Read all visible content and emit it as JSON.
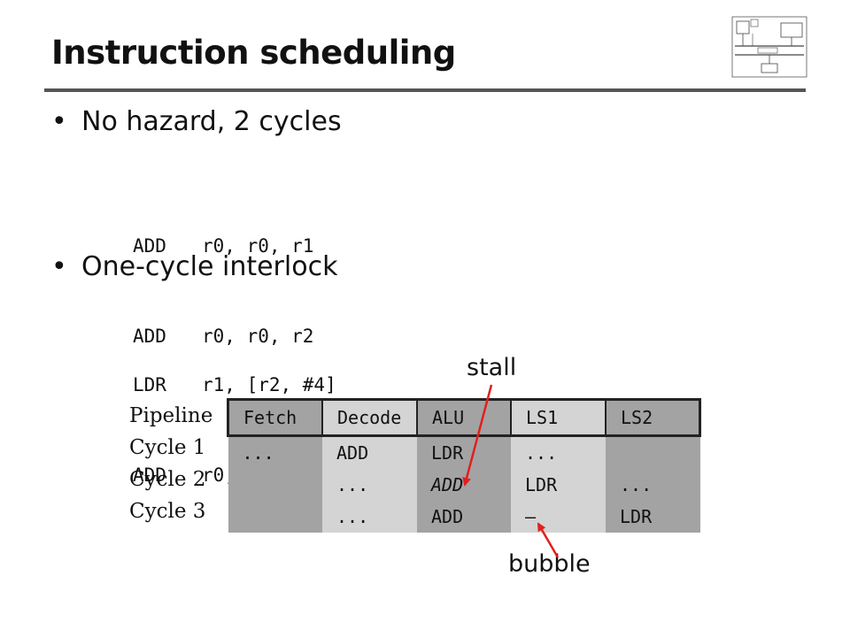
{
  "slide": {
    "title": "Instruction scheduling",
    "bullets": [
      {
        "text": "No hazard, 2 cycles",
        "code": [
          {
            "op": "ADD",
            "args": "r0, r0, r1"
          },
          {
            "op": "ADD",
            "args": "r0, r0, r2"
          }
        ]
      },
      {
        "text": "One-cycle interlock",
        "code": [
          {
            "op": "LDR",
            "args": "r1, [r2, #4]"
          },
          {
            "op": "ADD",
            "args": "r0, r0, r1"
          }
        ]
      }
    ],
    "bullet_glyph": "•"
  },
  "pipeline": {
    "row_labels": [
      "Pipeline",
      "Cycle 1",
      "Cycle 2",
      "Cycle 3"
    ],
    "headers": [
      "Fetch",
      "Decode",
      "ALU",
      "LS1",
      "LS2"
    ],
    "rows": [
      [
        "...",
        "ADD",
        "LDR",
        "...",
        ""
      ],
      [
        "",
        "...",
        "ADD",
        "LDR",
        "..."
      ],
      [
        "",
        "...",
        "ADD",
        "—",
        "LDR"
      ]
    ]
  },
  "annotations": {
    "stall": "stall",
    "bubble": "bubble",
    "arrow_color": "#e0201e"
  },
  "colors": {
    "cell_dark": "#a3a3a3",
    "cell_light": "#d4d4d4",
    "rule": "#555555"
  },
  "logo": {
    "icon": "architecture-diagram-icon"
  }
}
